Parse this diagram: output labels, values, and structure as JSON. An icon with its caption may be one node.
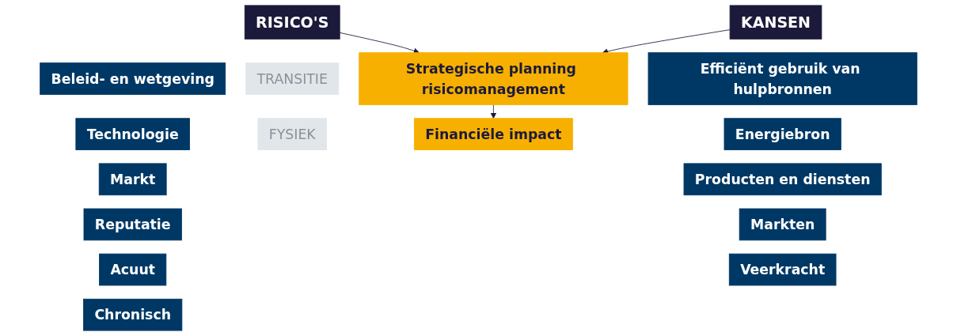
{
  "diagram": {
    "nodes": [
      {
        "text": [
          "RISICO'S"
        ]
      },
      {
        "text": [
          "TRANSITIE"
        ]
      },
      {
        "text": [
          "Beleid- en wetgeving"
        ]
      },
      {
        "text": [
          "Technologie"
        ]
      },
      {
        "text": [
          "Markt"
        ]
      },
      {
        "text": [
          "Reputatie"
        ]
      },
      {
        "text": [
          "FYSIEK"
        ]
      },
      {
        "text": [
          "Acuut"
        ]
      },
      {
        "text": [
          "Chronisch"
        ]
      },
      {
        "text": [
          "Strategische planning risicomanagement"
        ]
      },
      {
        "text": [
          "Financiële impact"
        ]
      },
      {
        "text": [
          "KANSEN"
        ]
      },
      {
        "text": [
          "Efficiënt gebruik van hulpbronnen"
        ]
      },
      {
        "text": [
          "Energiebron"
        ]
      },
      {
        "text": [
          "Producten en diensten"
        ]
      },
      {
        "text": [
          "Markten"
        ]
      },
      {
        "text": [
          "Veerkracht"
        ]
      }
    ],
    "edges": [
      {
        "from": 0,
        "to": 9,
        "arrow": "to"
      },
      {
        "from": 11,
        "to": 9,
        "arrow": "to"
      },
      {
        "from": 9,
        "to": 10,
        "arrow": "to"
      }
    ]
  }
}
